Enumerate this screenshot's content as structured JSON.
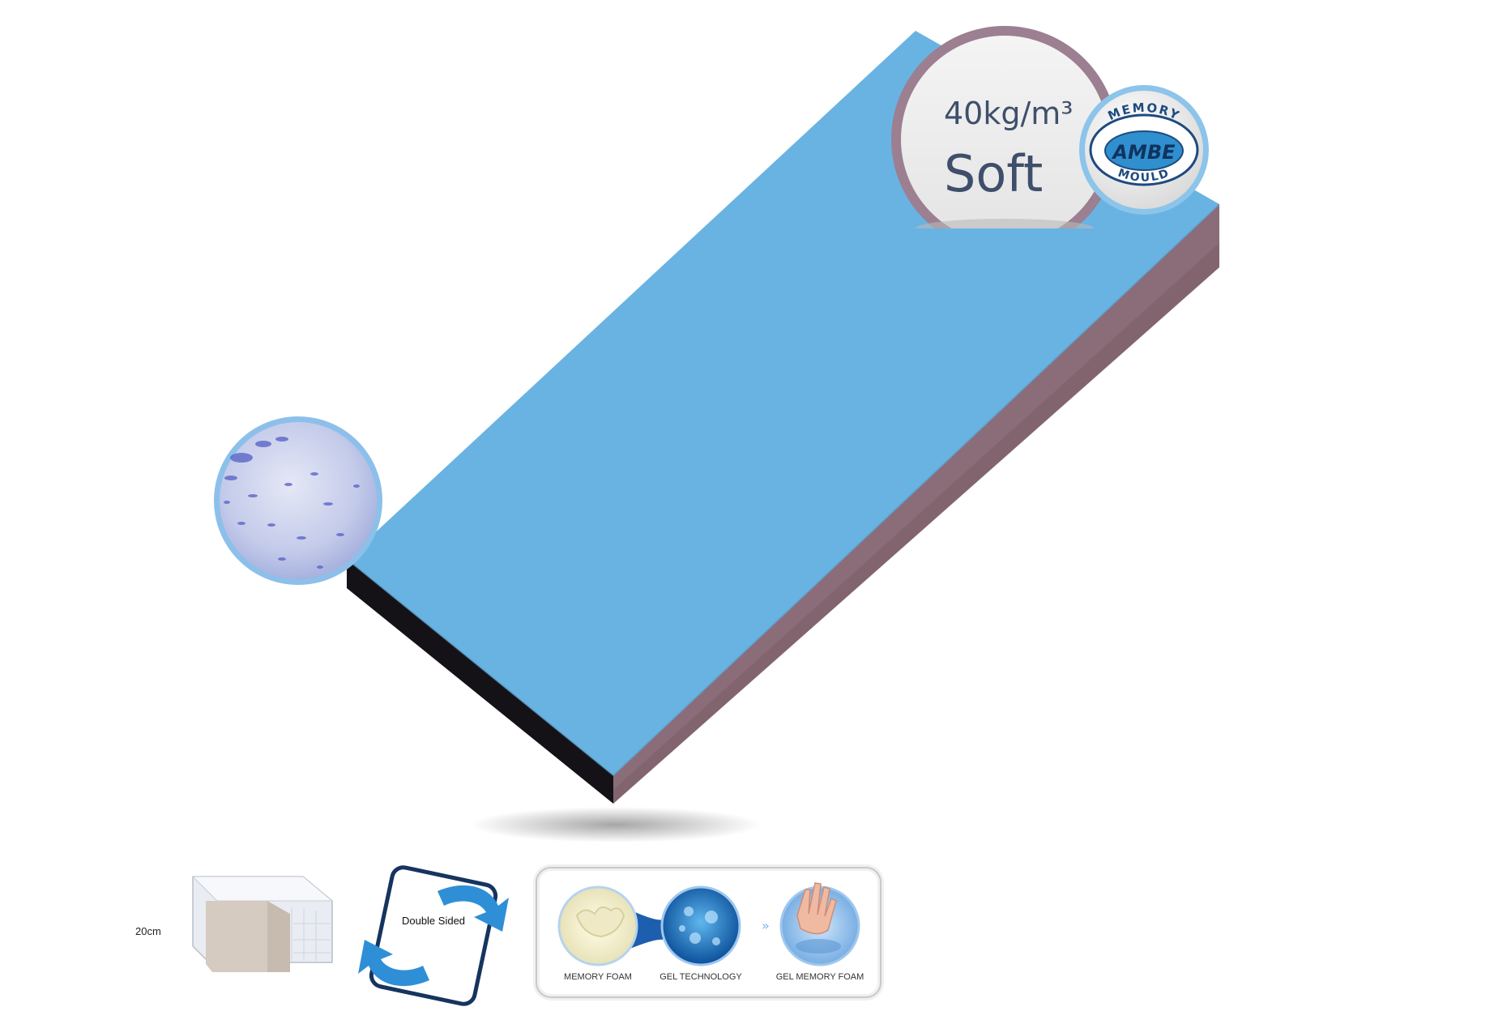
{
  "badge": {
    "density": "40kg/m³",
    "firmness": "Soft"
  },
  "logo": {
    "top_text": "MEMORY",
    "center_text": "AMBE",
    "bottom_text": "MOULD"
  },
  "features": {
    "depth_label": "20cm",
    "double_sided_label": "Double Sided",
    "gel_steps": [
      {
        "label": "MEMORY FOAM"
      },
      {
        "label": "GEL TECHNOLOGY"
      },
      {
        "label": "GEL MEMORY FOAM"
      }
    ]
  },
  "colors": {
    "top_surface": "#69b3e2",
    "side_mauve": "#82646f",
    "side_black": "#141216",
    "badge_ring": "#9c7f91",
    "badge_text": "#3f4f6b",
    "logo_blue": "#2f8fcf"
  },
  "icons": {
    "double_sided": "double-sided-arrows-icon",
    "gel_process": "gel-process-icon"
  }
}
